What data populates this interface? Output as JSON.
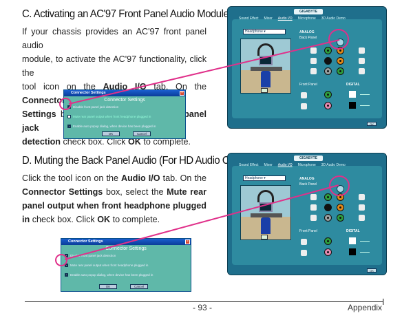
{
  "sections": [
    {
      "heading": "C. Activating an AC'97 Front Panel Audio Module:",
      "lines": [
        [
          "If your chassis provides an AC'97 front panel audio"
        ],
        [
          "module, to activate the AC'97 functionality, click the"
        ],
        [
          "tool icon on the ",
          {
            "b": "Audio I/O"
          },
          " tab. On the ",
          {
            "b": "Connector"
          }
        ],
        [
          {
            "b": "Settings"
          },
          " box, select the ",
          {
            "b": "Disable front panel jack"
          }
        ],
        [
          {
            "b": "detection"
          },
          " check box. Click ",
          {
            "b": "OK"
          },
          " to complete."
        ]
      ]
    },
    {
      "heading": "D. Muting the Back Panel Audio (For HD Audio Only):",
      "lines": [
        [
          "Click the tool icon on the ",
          {
            "b": "Audio I/O"
          },
          " tab. On the"
        ],
        [
          {
            "b": "Connector Settings"
          },
          " box, select the ",
          {
            "b": "Mute rear"
          }
        ],
        [
          {
            "b": "panel output when front headphone plugged"
          }
        ],
        [
          {
            "b": "in"
          },
          " check box. Click ",
          {
            "b": "OK"
          },
          " to complete."
        ]
      ]
    }
  ],
  "audio_panel": {
    "brand": "GIGABYTE",
    "tabs": [
      "Sound Effect",
      "Mixer",
      "Audio I/O",
      "Microphone",
      "3D Audio Demo"
    ],
    "active_tab": "Audio I/O",
    "device": "Headphone",
    "analog_label": "ANALOG",
    "back_panel_label": "Back Panel",
    "front_panel_label": "Front Panel",
    "digital_label": "DIGITAL",
    "ok_label": "OK"
  },
  "dialog_c": {
    "title": "Connector Settings",
    "heading": "Connector Settings",
    "options": [
      "Disable front panel jack detection",
      "Mute rear panel output when front headphone plugged in",
      "Enable auto popup dialog, when device has been plugged in"
    ],
    "ok": "OK",
    "cancel": "Cancel"
  },
  "dialog_d": {
    "title": "Connector Settings",
    "heading": "Connector Settings",
    "options": [
      "Disable front panel jack detection",
      "Mute rear panel output when front headphone plugged in",
      "Enable auto popup dialog, when device has been plugged in"
    ],
    "ok": "OK",
    "cancel": "Cancel"
  },
  "footer": {
    "page_number": "- 93 -",
    "section": "Appendix"
  },
  "colors": {
    "highlight": "#e0308a",
    "panel": "#1f6f8c",
    "jack_green": "#2e9e3e",
    "jack_orange": "#e08a1a",
    "jack_black": "#111111",
    "jack_grey": "#9aa0a0",
    "jack_pink": "#e58ab0"
  }
}
